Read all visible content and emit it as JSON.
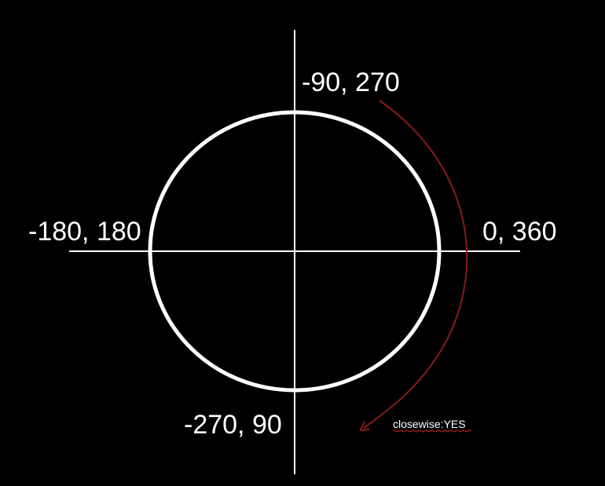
{
  "diagram": {
    "labels": {
      "top": "-90, 270",
      "left": "-180, 180",
      "right": "0, 360",
      "bottom": "-270, 90"
    },
    "note": "closewise:YES",
    "colors": {
      "background": "#000000",
      "foreground": "#ffffff",
      "arrow": "#8b1a1a",
      "note_underline": "#cc2222"
    }
  }
}
